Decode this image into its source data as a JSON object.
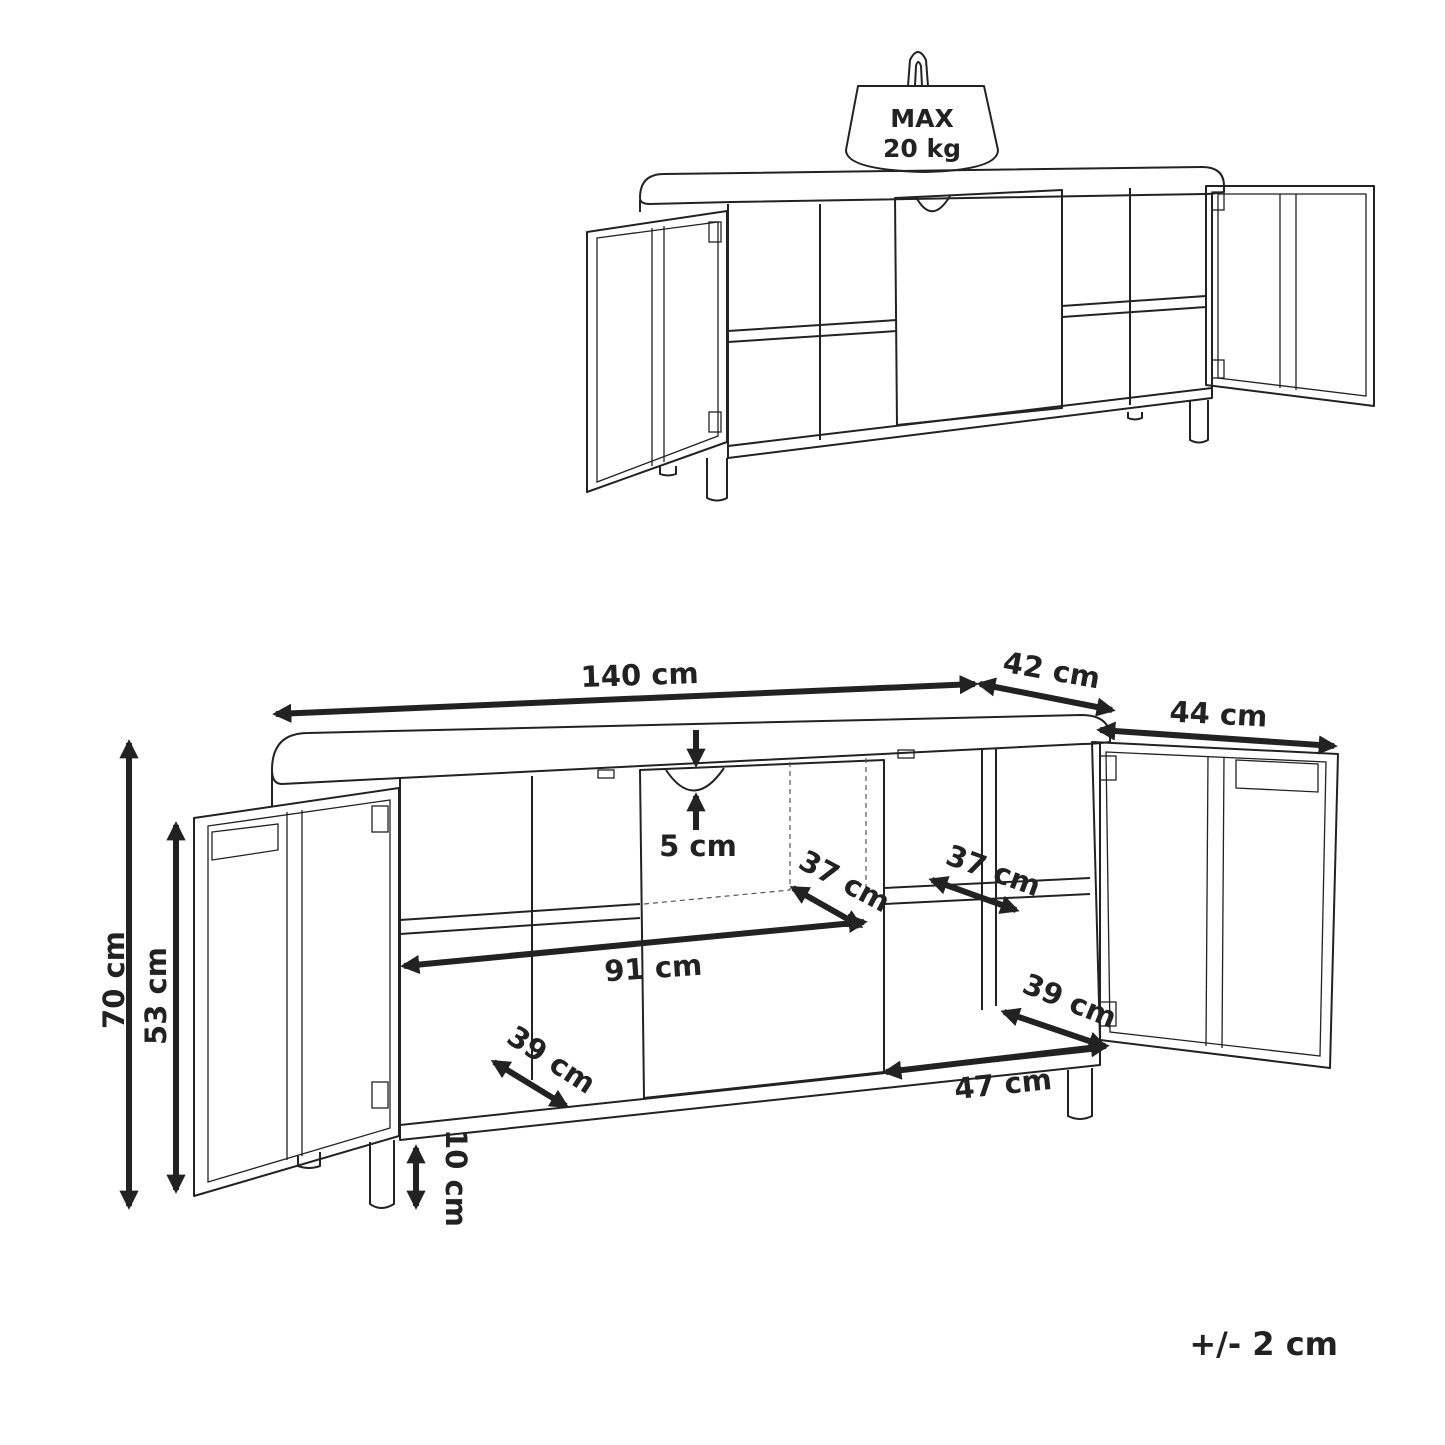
{
  "weight": {
    "line1": "MAX",
    "line2": "20 kg"
  },
  "dimensions": {
    "width": "140 cm",
    "depth": "42 cm",
    "door_width": "44 cm",
    "height": "70 cm",
    "door_height": "53 cm",
    "handle": "5 cm",
    "shelf_depth_center": "37 cm",
    "shelf_depth_right": "37 cm",
    "inner_width": "91 cm",
    "bottom_depth_left": "39 cm",
    "bottom_depth_right": "39 cm",
    "right_compartment": "47 cm",
    "leg_height": "10 cm"
  },
  "tolerance": "+/- 2 cm"
}
